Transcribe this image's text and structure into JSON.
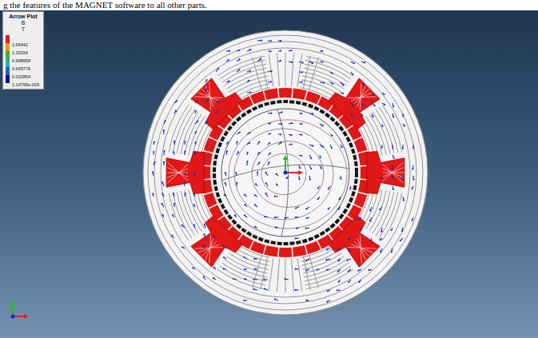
{
  "diagram": {
    "labels": [
      "g the features of the MAGNET software to all other parts.",
      "Arrow Plot",
      "B",
      "T"
    ],
    "legend": [
      {
        "text": "1.66442",
        "color": "#d42020"
      },
      {
        "text": "1.33154",
        "color": "#e0a000"
      },
      {
        "text": "0.998658",
        "color": "#3cae3c"
      },
      {
        "text": "0.665776",
        "color": "#20b0b0"
      },
      {
        "text": "0.332894",
        "color": "#2060d0"
      },
      {
        "text": "1.14799e-005",
        "color": "#10108c"
      }
    ]
  }
}
